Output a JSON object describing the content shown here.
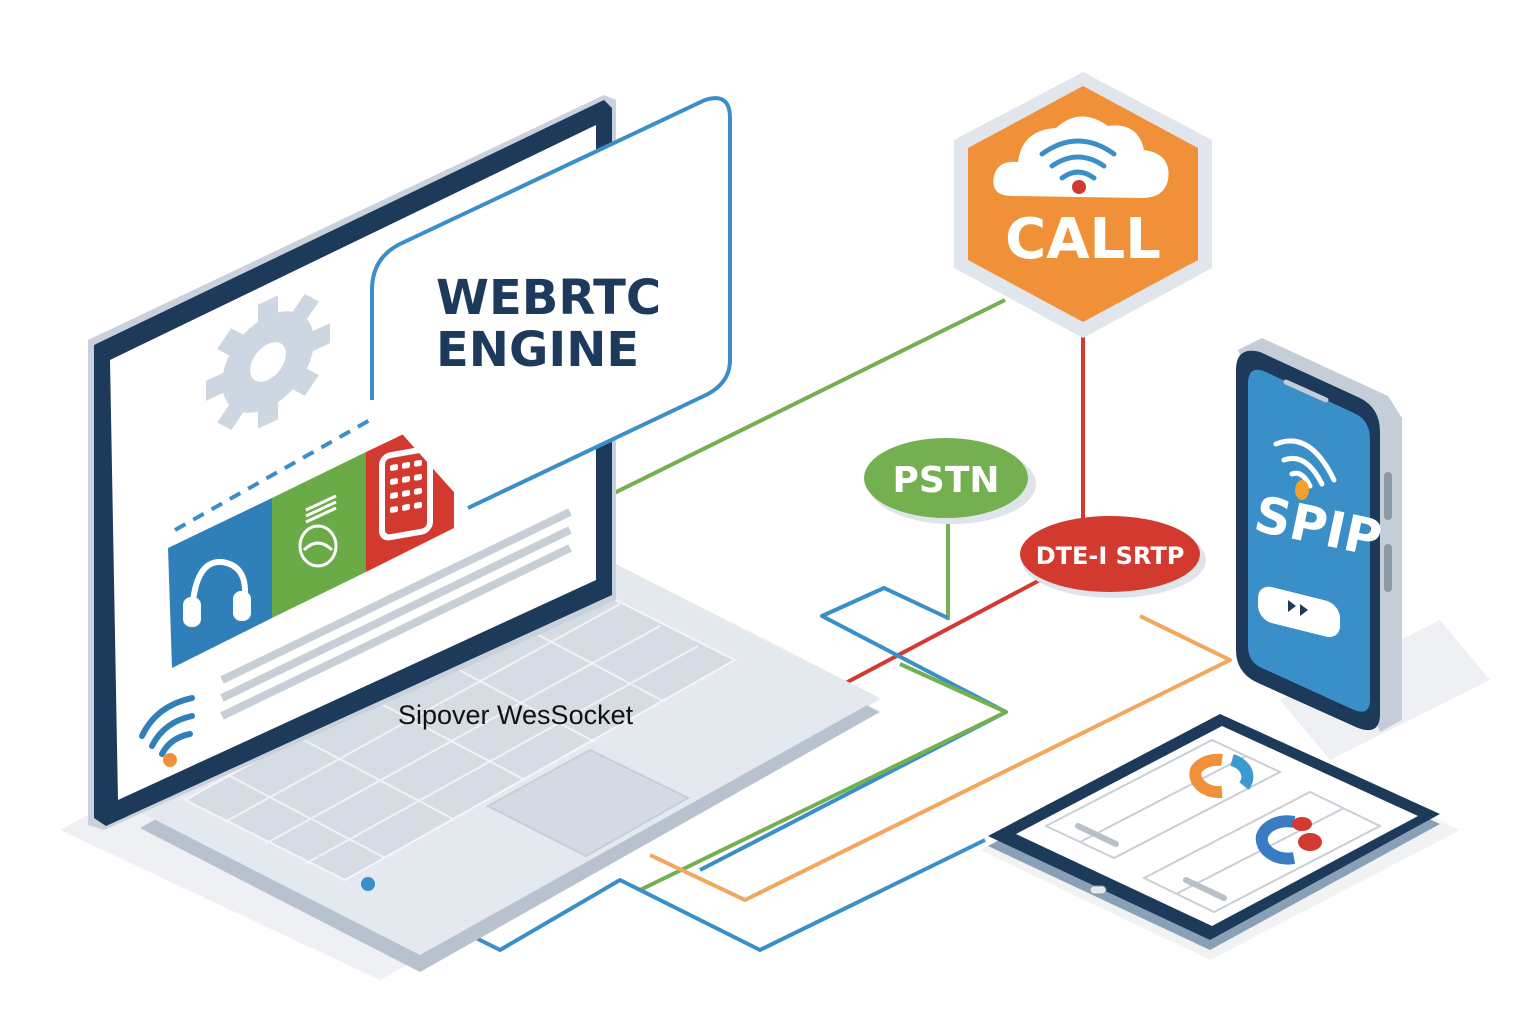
{
  "diagram": {
    "engine": {
      "title_line1": "WEBRTC",
      "title_line2": "ENGINE",
      "icons": [
        "gear-icon",
        "headphones-icon",
        "globe-icon",
        "keypad-icon",
        "wifi-icon"
      ]
    },
    "laptop": {
      "caption": "Sipover WesSocket"
    },
    "call_node": {
      "label": "CALL",
      "icon": "cloud-wifi-icon"
    },
    "pstn_node": {
      "label": "PSTN"
    },
    "srtp_node": {
      "label": "DTE-I SRTP"
    },
    "phone": {
      "label": "SPIP",
      "icon": "wifi-icon",
      "button_icon": "play-icon"
    },
    "tablet": {
      "icons": [
        "donut-chart-icon",
        "donut-chart-icon"
      ]
    },
    "colors": {
      "navy": "#1d3a5c",
      "blue": "#3b8fc9",
      "green": "#74b04f",
      "red": "#d23a30",
      "orange": "#f0913a",
      "light_orange": "#f2a65e",
      "gray": "#d6dde5"
    }
  }
}
